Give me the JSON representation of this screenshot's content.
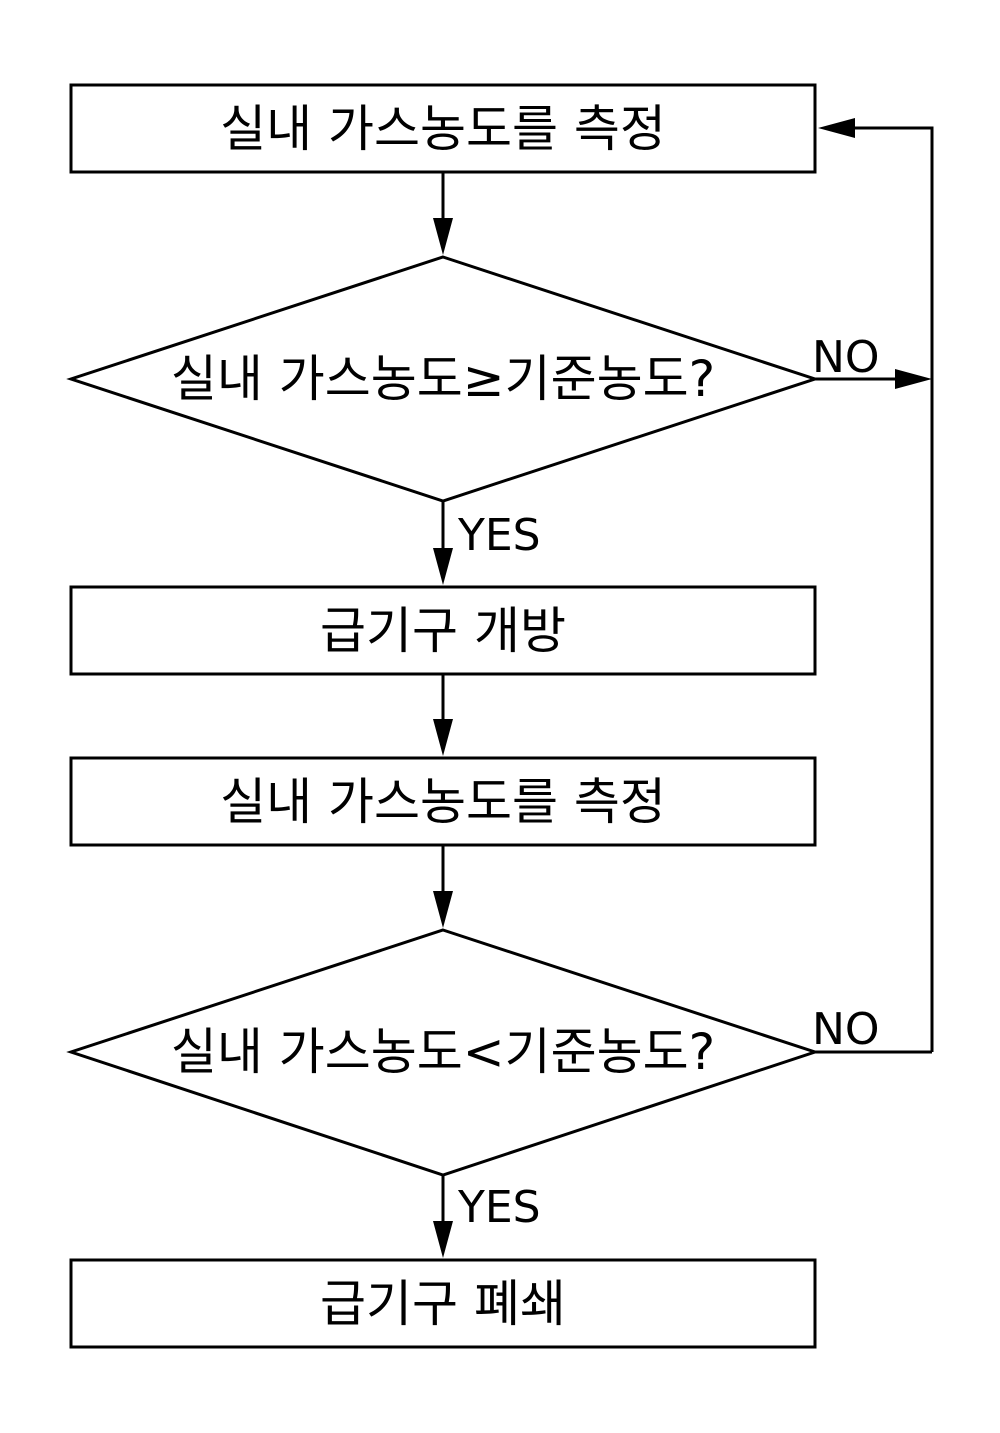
{
  "diagram": {
    "type": "flowchart",
    "nodes": [
      {
        "id": "measure_1",
        "shape": "process",
        "label": "실내 가스농도를 측정"
      },
      {
        "id": "decision_1",
        "shape": "decision",
        "label": "실내 가스농도≥기준농도?"
      },
      {
        "id": "open_vent",
        "shape": "process",
        "label": "급기구 개방"
      },
      {
        "id": "measure_2",
        "shape": "process",
        "label": "실내 가스농도를 측정"
      },
      {
        "id": "decision_2",
        "shape": "decision",
        "label": "실내 가스농도<기준농도?"
      },
      {
        "id": "close_vent",
        "shape": "process",
        "label": "급기구 폐쇄"
      }
    ],
    "edges": [
      {
        "from": "measure_1",
        "to": "decision_1",
        "label": ""
      },
      {
        "from": "decision_1",
        "to": "open_vent",
        "label": "YES"
      },
      {
        "from": "decision_1",
        "to": "measure_1",
        "label": "NO"
      },
      {
        "from": "open_vent",
        "to": "measure_2",
        "label": ""
      },
      {
        "from": "measure_2",
        "to": "decision_2",
        "label": ""
      },
      {
        "from": "decision_2",
        "to": "close_vent",
        "label": "YES"
      },
      {
        "from": "decision_2",
        "to": "measure_1",
        "label": "NO"
      }
    ]
  }
}
